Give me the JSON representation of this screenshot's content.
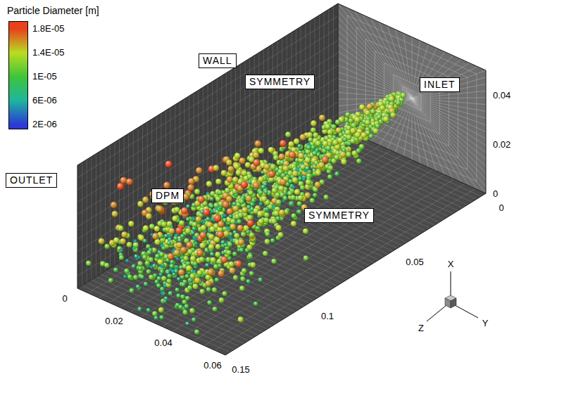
{
  "diagram": {
    "nodes": [
      {
        "text": [
          "WALL"
        ]
      },
      {
        "text": [
          "SYMMETRY"
        ]
      },
      {
        "text": [
          "INLET"
        ]
      },
      {
        "text": [
          "OUTLET"
        ]
      },
      {
        "text": [
          "DPM"
        ]
      },
      {
        "text": [
          "SYMMETRY"
        ]
      }
    ],
    "labels": [
      "Particle Diameter [m]",
      "0.04",
      "0.02",
      "0",
      "0",
      "0.05",
      "0.1",
      "0.15",
      "0",
      "0.02",
      "0.04",
      "0.06",
      "X",
      "Z",
      "Y"
    ],
    "legend": [
      {
        "text": "1.8E-05",
        "color": "#e8411c"
      },
      {
        "text": "1.4E-05",
        "color": "#b9dc22"
      },
      {
        "text": "1E-05",
        "color": "#3fc43a"
      },
      {
        "text": "6E-06",
        "color": "#1fb59e"
      },
      {
        "text": "2E-06",
        "color": "#2b3ad6"
      }
    ]
  }
}
